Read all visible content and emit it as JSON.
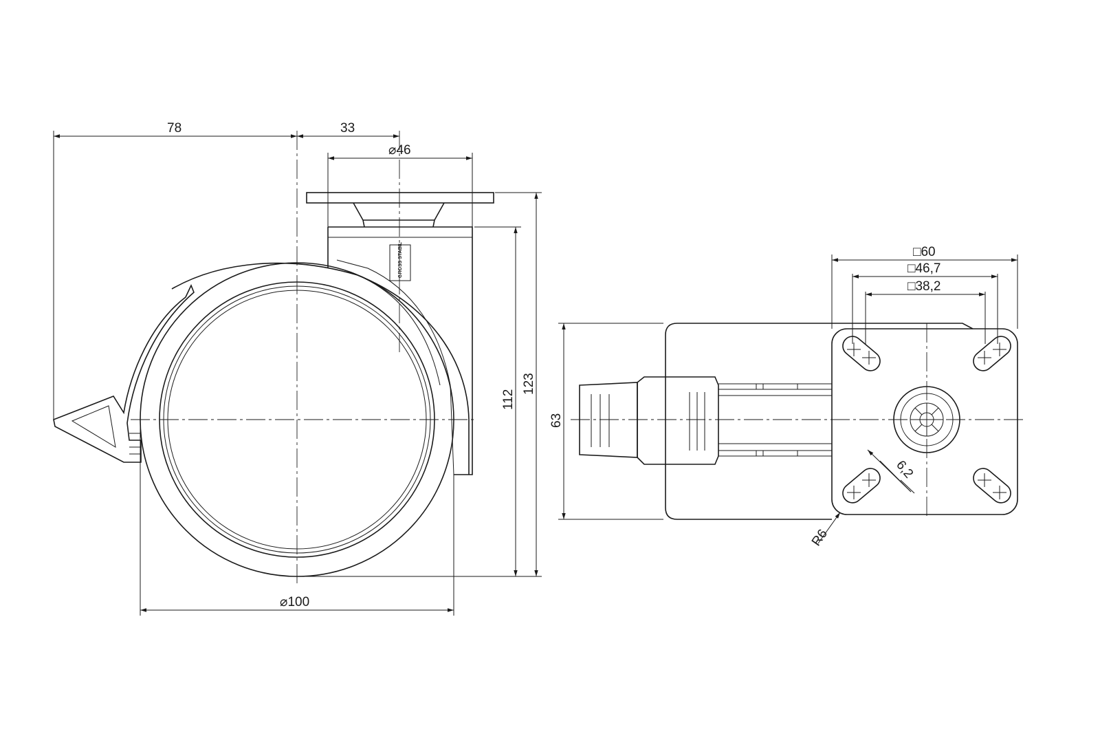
{
  "drawing": {
    "logo_text": "GROSS STABIL",
    "side_view": {
      "dim_brake_offset": "78",
      "dim_swivel_offset": "33",
      "dim_stem_diameter": "⌀46",
      "dim_height_body": "112",
      "dim_height_total": "123",
      "dim_wheel_diameter": "⌀100"
    },
    "top_view": {
      "dim_width": "63",
      "dim_plate": "□60",
      "dim_hole_pattern_outer": "□46,7",
      "dim_hole_pattern_inner": "□38,2",
      "dim_slot_width": "6,2",
      "dim_corner_radius": "R6"
    }
  }
}
